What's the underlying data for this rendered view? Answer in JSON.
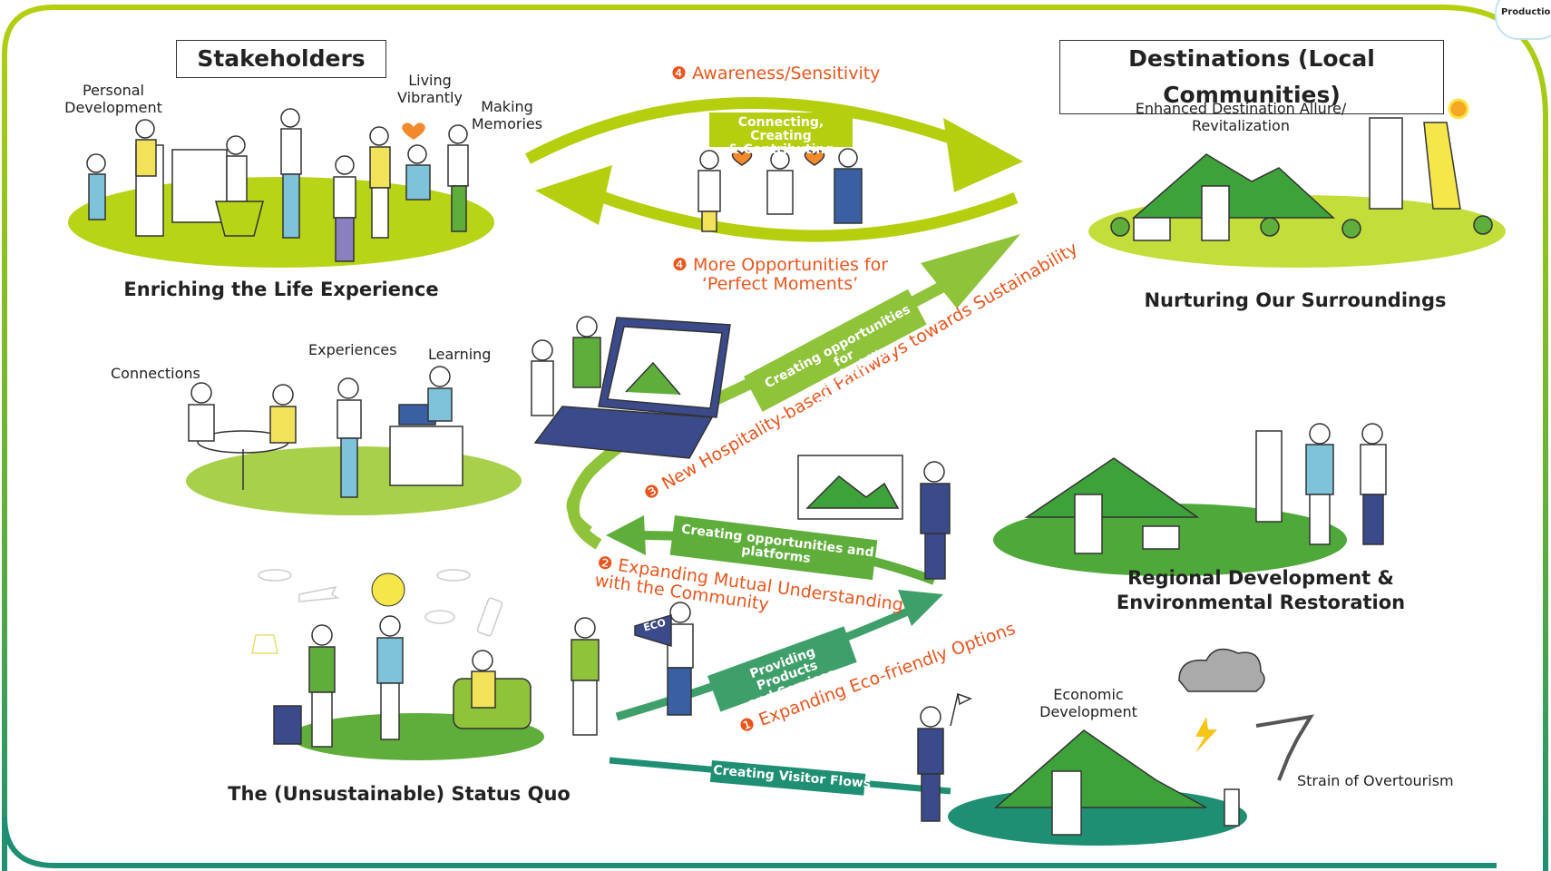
{
  "headers": {
    "stakeholders": "Stakeholders",
    "destinations": "Destinations (Local Communities)"
  },
  "left": {
    "personal_development": "Personal\nDevelopment",
    "living_vibrantly": "Living\nVibrantly",
    "making_memories": "Making\nMemories",
    "enriching": "Enriching the Life Experience",
    "connections": "Connections",
    "experiences": "Experiences",
    "learning": "Learning",
    "status_quo": "The (Unsustainable) Status Quo"
  },
  "right": {
    "allure": "Enhanced Destination Allure/\nRevitalization",
    "nurturing": "Nurturing Our Surroundings",
    "regional": "Regional Development &\nEnvironmental Restoration",
    "economic": "Economic\nDevelopment",
    "strain": "Strain of Overtourism"
  },
  "arrows": {
    "awareness": "❹ Awareness/Sensitivity",
    "connecting": "Connecting, Creating\n& Contributing",
    "more_opportunities": "❹ More Opportunities for\n‘Perfect Moments’",
    "pathways": "❸ New Hospitality-based Pathways towards Sustainability",
    "creating_sustainability": "Creating opportunities for\nsustainability engagement",
    "creating_platforms": "Creating opportunities and\nplatforms",
    "mutual": "❷ Expanding Mutual Understanding\nwith the Community",
    "providing": "Providing Products\nand Services",
    "eco_options": "❶ Expanding Eco-friendly Options",
    "visitor_flows": "Creating Visitor Flows",
    "eco_megaphone": "ECO"
  },
  "logo_text": "Productio",
  "colors": {
    "lime": "#b5cf0f",
    "green": "#5fae3c",
    "teal": "#1f8f73",
    "orange": "#e8561e",
    "mountain": "#3ea23a"
  }
}
